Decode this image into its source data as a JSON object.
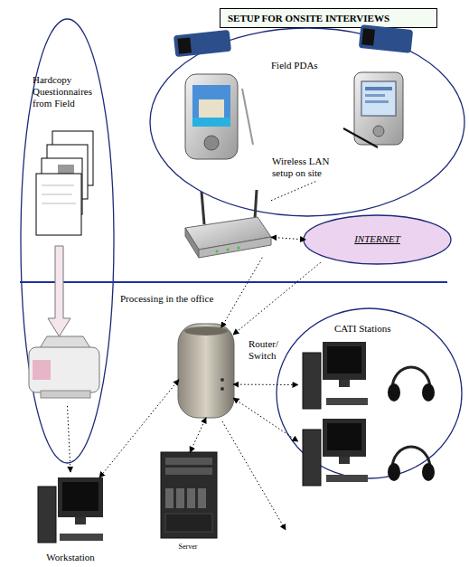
{
  "diagram": {
    "title": "SETUP FOR ONSITE INTERVIEWS",
    "nodes": [
      {
        "text": [
          "Field PDAs"
        ]
      },
      {
        "text": [
          "Wireless LAN setup on site"
        ]
      },
      {
        "text": [
          "INTERNET"
        ]
      },
      {
        "text": [
          "Hardcopy Questionnaires from Field"
        ]
      },
      {
        "text": [
          "Router/ Switch"
        ]
      },
      {
        "text": [
          "CATI Stations"
        ]
      },
      {
        "text": [
          "Workstation"
        ]
      },
      {
        "text": [
          "Server"
        ]
      }
    ],
    "edges": [
      {
        "from": 1,
        "to": 0,
        "arrow": "none"
      },
      {
        "from": 1,
        "to": 2,
        "arrow": "both"
      },
      {
        "from": 2,
        "to": 4,
        "arrow": "to"
      },
      {
        "from": 1,
        "to": 4,
        "arrow": "to"
      },
      {
        "from": 4,
        "to": 6,
        "arrow": "both"
      },
      {
        "from": 4,
        "to": 7,
        "arrow": "both"
      },
      {
        "from": 4,
        "to": 5,
        "arrow": "both"
      },
      {
        "from": 4,
        "to": 5,
        "arrow": "both"
      },
      {
        "from": 3,
        "to": 6,
        "arrow": "to"
      }
    ],
    "labels": [
      "Processing in the office"
    ]
  }
}
